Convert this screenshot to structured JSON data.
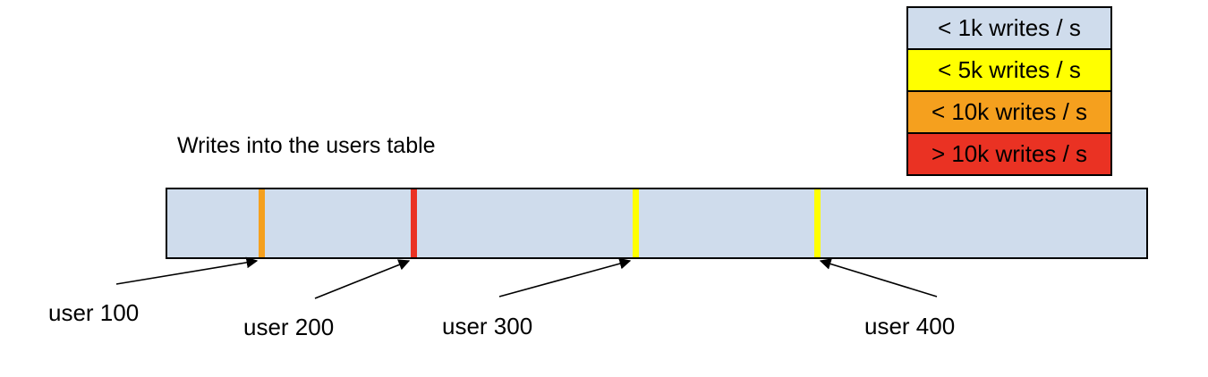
{
  "title": "Writes into the users table",
  "legend": {
    "items": [
      {
        "label": "< 1k writes / s",
        "color": "#cfdcec"
      },
      {
        "label": "< 5k writes / s",
        "color": "#ffff00"
      },
      {
        "label": "< 10k writes / s",
        "color": "#f5a01e"
      },
      {
        "label": "> 10k writes / s",
        "color": "#ea3223"
      }
    ]
  },
  "bar": {
    "fill": "#cfdcec",
    "border_color": "#000000"
  },
  "markers": [
    {
      "label": "user 100",
      "color": "#f5a01e",
      "rate_category": "< 10k writes / s"
    },
    {
      "label": "user 200",
      "color": "#ea3223",
      "rate_category": "> 10k writes / s"
    },
    {
      "label": "user 300",
      "color": "#ffff00",
      "rate_category": "< 5k writes / s"
    },
    {
      "label": "user 400",
      "color": "#ffff00",
      "rate_category": "< 5k writes / s"
    }
  ]
}
